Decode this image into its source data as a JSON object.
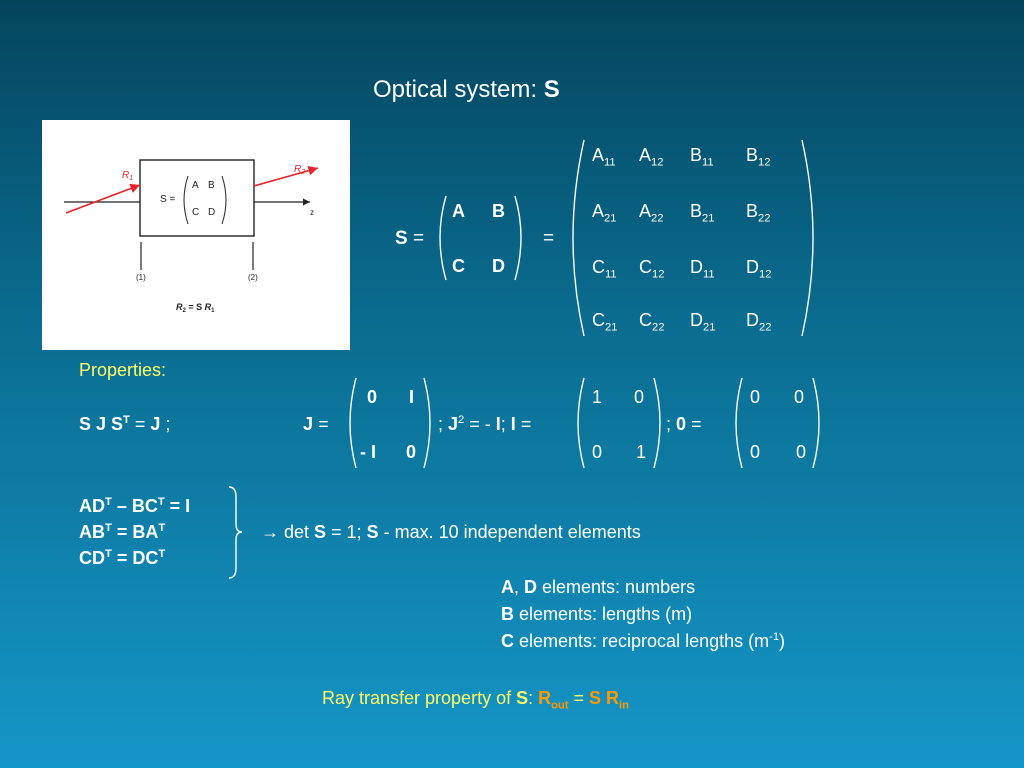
{
  "title": {
    "text": "Optical system: ",
    "symbol": "S"
  },
  "figure": {
    "r1": "R",
    "r1_sub": "1",
    "r2": "R",
    "r2_sub": "2",
    "s_eq": "S =",
    "a": "A",
    "b": "B",
    "c": "C",
    "d": "D",
    "z": "z",
    "p1": "(1)",
    "p2": "(2)",
    "relation": {
      "r2": "R",
      "r2_sub": "2",
      "eq": " = S ",
      "r1": "R",
      "r1_sub": "1"
    }
  },
  "s_matrix": {
    "s": "S",
    "eq1": "=",
    "eq2": "=",
    "small": {
      "a": "A",
      "b": "B",
      "c": "C",
      "d": "D"
    },
    "rows": [
      [
        {
          "base": "A",
          "sub": "11"
        },
        {
          "base": "A",
          "sub": "12"
        },
        {
          "base": "B",
          "sub": "11"
        },
        {
          "base": "B",
          "sub": "12"
        }
      ],
      [
        {
          "base": "A",
          "sub": "21"
        },
        {
          "base": "A",
          "sub": "22"
        },
        {
          "base": "B",
          "sub": "21"
        },
        {
          "base": "B",
          "sub": "22"
        }
      ],
      [
        {
          "base": "C",
          "sub": "11"
        },
        {
          "base": "C",
          "sub": "12"
        },
        {
          "base": "D",
          "sub": "11"
        },
        {
          "base": "D",
          "sub": "12"
        }
      ],
      [
        {
          "base": "C",
          "sub": "21"
        },
        {
          "base": "C",
          "sub": "22"
        },
        {
          "base": "D",
          "sub": "21"
        },
        {
          "base": "D",
          "sub": "22"
        }
      ]
    ]
  },
  "properties": {
    "label": "Properties:",
    "sjs": {
      "p1": "S J S",
      "sup": "T",
      "eq": " = ",
      "j": "J",
      "end": " ;"
    },
    "j_def": {
      "j": "J",
      "eq": " =",
      "m": [
        "0",
        "I",
        "- I",
        "0"
      ]
    },
    "j2": {
      "semi": ";  ",
      "j": "J",
      "sup": "2",
      "eq": " = - ",
      "i": "I",
      "semi2": ";  ",
      "i2": "I",
      "eq2": " ="
    },
    "identity": [
      "1",
      "0",
      "0",
      "1"
    ],
    "zero": {
      "semi": ";   ",
      "z": "0",
      "eq": " =",
      "m": [
        "0",
        "0",
        "0",
        "0"
      ]
    }
  },
  "conditions": {
    "lines": [
      {
        "a": "AD",
        "sup1": "T",
        "mid": " – BC",
        "sup2": "T",
        "end": " = I"
      },
      {
        "a": "AB",
        "sup1": "T",
        "mid": " = BA",
        "sup2": "T",
        "end": ""
      },
      {
        "a": "CD",
        "sup1": "T",
        "mid": " = DC",
        "sup2": "T",
        "end": ""
      }
    ],
    "arrow": "→",
    "result": {
      "p1": " det ",
      "s1": "S",
      "p2": " = 1; ",
      "s2": "S",
      "p3": " - max. 10 independent elements"
    }
  },
  "elements": {
    "ad": {
      "a": "A",
      "sep": ", ",
      "d": "D",
      "text": " elements: numbers"
    },
    "b": {
      "b": "B",
      "text": " elements: lengths (m)"
    },
    "c": {
      "c": "C",
      "text": " elements: reciprocal lengths (m",
      "sup": "-1",
      "close": ")"
    }
  },
  "ray": {
    "p1": "Ray transfer property of ",
    "s": "S",
    "colon": ": ",
    "r": "R",
    "out": "out",
    "eq": " = ",
    "s2": "S R",
    "in": "in"
  },
  "colors": {
    "yellow": "#ffff66",
    "orange": "#ff9900",
    "red_arrow": "#e8232a"
  }
}
